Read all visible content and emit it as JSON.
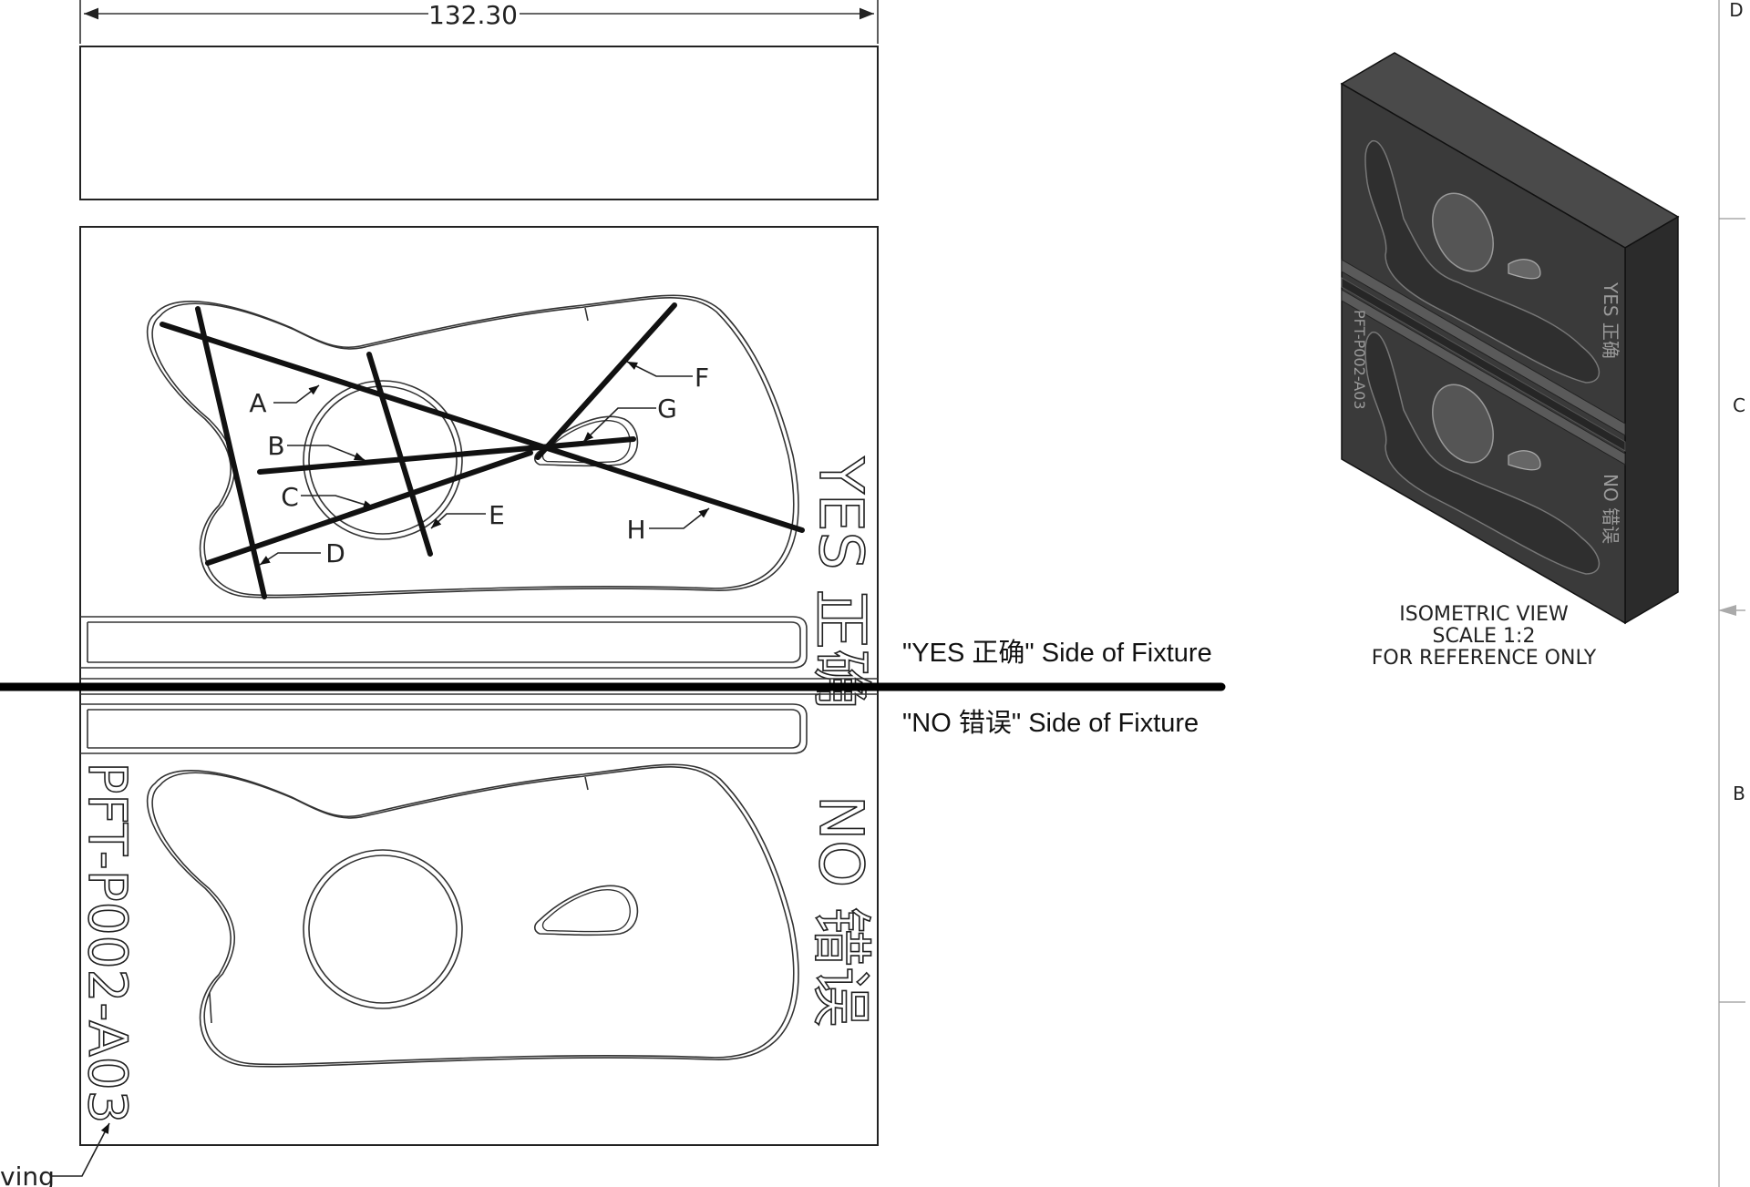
{
  "dimension": {
    "value": "132.30"
  },
  "top_face_text": "YES 正确",
  "bottom_face_text": "NO 错误",
  "part_number": "PFT-P002-A03",
  "callouts": [
    "A",
    "B",
    "C",
    "D",
    "E",
    "F",
    "G",
    "H"
  ],
  "side_labels": {
    "yes": "\"YES 正确\" Side of Fixture",
    "no": "\"NO 错误\" Side of Fixture"
  },
  "iso_caption": {
    "line1": "ISOMETRIC VIEW",
    "line2": "SCALE 1:2",
    "line3": "FOR REFERENCE ONLY"
  },
  "border_zones": [
    "D",
    "C",
    "B"
  ],
  "engraving_leader": "ving",
  "iso_colors": {
    "front": "#3a3a3a",
    "top": "#4a4a4a",
    "side": "#2b2b2b"
  }
}
